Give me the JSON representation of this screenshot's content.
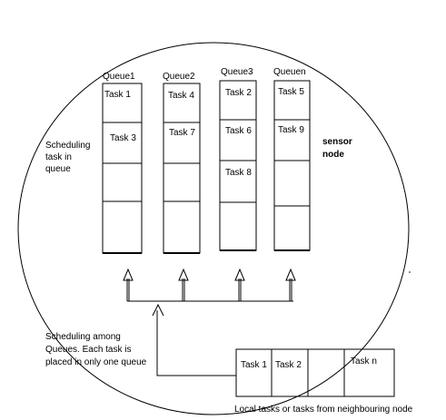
{
  "queues": [
    {
      "label": "Queue1",
      "tasks": [
        "Task 1",
        "Task 3",
        "",
        ""
      ]
    },
    {
      "label": "Queue2",
      "tasks": [
        "Task 4",
        "Task 7",
        "",
        ""
      ]
    },
    {
      "label": "Queue3",
      "tasks": [
        "Task 2",
        "Task 6",
        "Task 8",
        ""
      ]
    },
    {
      "label": "Queuen",
      "tasks": [
        "Task 5",
        "Task 9",
        "",
        ""
      ]
    }
  ],
  "labels": {
    "scheduling_in_queue": [
      "Scheduling",
      "task in",
      "queue"
    ],
    "sensor_node": [
      "sensor",
      "node"
    ],
    "scheduling_among": [
      "Scheduling among",
      "Queues. Each task is",
      "placed in only one queue"
    ],
    "local_tasks": "Local tasks or tasks from neighbouring node"
  },
  "incoming": [
    "Task 1",
    "Task 2",
    "",
    "Task n"
  ]
}
